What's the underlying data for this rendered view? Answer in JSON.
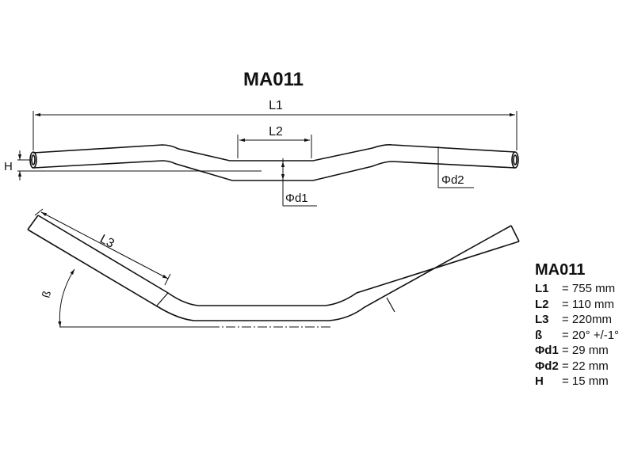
{
  "title": "MA011",
  "labels": {
    "L1": "L1",
    "L2": "L2",
    "L3": "L3",
    "beta": "ß",
    "d1": "Φd1",
    "d2": "Φd2",
    "H": "H"
  },
  "specs": {
    "title": "MA011",
    "rows": [
      {
        "key": "L1",
        "value": "= 755 mm"
      },
      {
        "key": "L2",
        "value": "= 110 mm"
      },
      {
        "key": "L3",
        "value": "= 220mm"
      },
      {
        "key": "ß",
        "value": "= 20° +/-1°"
      },
      {
        "key": "Φd1",
        "value": "= 29 mm"
      },
      {
        "key": "Φd2",
        "value": "= 22 mm"
      },
      {
        "key": "H",
        "value": "= 15 mm"
      }
    ]
  }
}
